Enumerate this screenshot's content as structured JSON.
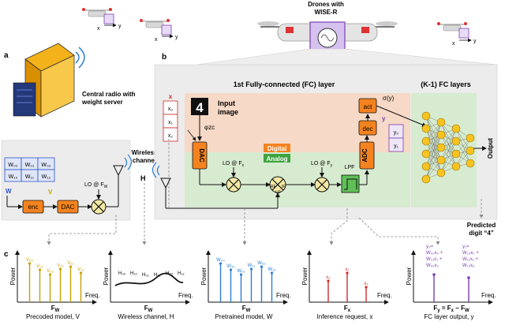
{
  "panel_labels": {
    "a": "a",
    "b": "b",
    "c": "c"
  },
  "top": {
    "drones_with_title_line1": "Drones with",
    "drones_with_title_line2": "WISE-R",
    "axis_x": "x",
    "axis_y": "y"
  },
  "panel_a": {
    "central_radio_line1": "Central radio with",
    "central_radio_line2": "weight server",
    "weight_matrix": [
      "W₀₀",
      "W₀₁",
      "W₀₂",
      "W₁₀",
      "W₁₁",
      "W₁₂"
    ],
    "input_w": "W",
    "output_v": "V",
    "enc": "enc",
    "dac": "DAC",
    "lo_label": "LO @ F",
    "lo_sub": "W"
  },
  "wireless_channel": {
    "line1": "Wireless",
    "line2": "channel",
    "h": "H"
  },
  "panel_b": {
    "fc_layer_title": "1st Fully-connected (FC) layer",
    "k1_layers_title": "(K-1) FC layers",
    "input_image_line1": "Input",
    "input_image_line2": "image",
    "digit_glyph": "4",
    "phi_zc": "φzc",
    "x_vector": [
      "x₀",
      "x₁",
      "x₂"
    ],
    "x_label": "x",
    "dac": "DAC",
    "adc": "ADC",
    "act": "act",
    "dec": "dec",
    "sigma": "σ(y)",
    "y_label": "y",
    "y_vector": [
      "y₀",
      "y₁"
    ],
    "digital": "Digital",
    "analog": "Analog",
    "lo_fx": "LO @ F",
    "lo_fx_sub": "x",
    "lo_fy": "LO @ F",
    "lo_fy_sub": "y",
    "lpf": "LPF",
    "mixer_ports": [
      "RF",
      "IF",
      "LO"
    ],
    "output": "Output",
    "predicted_line1": "Predicted",
    "predicted_line2": "digit “4”"
  },
  "panel_c": {
    "power_label": "Power",
    "freq_label": "Freq.",
    "subplots": [
      {
        "caption": "Precoded model, V",
        "center": "F",
        "center_sub": "W",
        "peaks": [
          "V₀₀",
          "V₀₁",
          "V₀₂",
          "V₁₀",
          "V₁₁",
          "V₁₂"
        ],
        "color": "#c8a000"
      },
      {
        "caption": "Wireless channel, H",
        "center": "F",
        "center_sub": "W",
        "peaks": [
          "H₀₀",
          "H₁₀",
          "H₀₁",
          "H₁₁",
          "H₀₂",
          "H₁₂"
        ],
        "color": "#111111"
      },
      {
        "caption": "Pretrained model, W",
        "center": "F",
        "center_sub": "W",
        "peaks": [
          "W₀₀",
          "W₁₀",
          "W₀₁",
          "W₁₁",
          "W₀₂",
          "W₁₂"
        ],
        "color": "#2a7fd4"
      },
      {
        "caption": "Inference request, x",
        "center": "F",
        "center_sub": "x",
        "peaks": [
          "x₀",
          "x₁",
          "x₂"
        ],
        "color": "#d22a2a"
      },
      {
        "caption": "FC layer output, y",
        "center": "F",
        "center_sub": "y",
        "center_extra": " = F",
        "center_extra_sub": "x",
        "center_extra2": " − F",
        "center_extra2_sub": "W",
        "color": "#7a3fb0",
        "y0_text": [
          "y₀=",
          "W₀₀x₀ +",
          "W₀₁x₁ +",
          "W₀₂x₂"
        ],
        "y1_text": [
          "y₁=",
          "W₁₀x₀ +",
          "W₁₁x₁ +",
          "W₁₂x₂"
        ]
      }
    ]
  }
}
